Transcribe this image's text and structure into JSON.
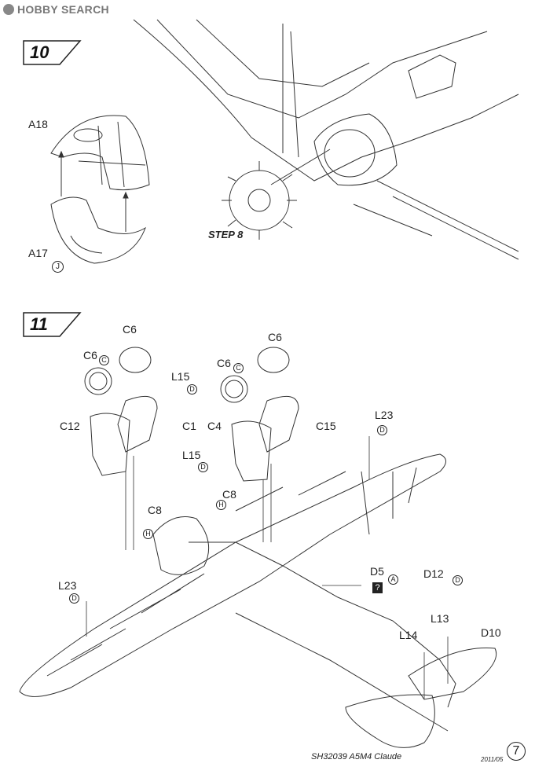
{
  "watermark": {
    "text": "HOBBY SEARCH"
  },
  "step10": {
    "badge": "10",
    "labels": {
      "a18": "A18",
      "a17": "A17",
      "step8": "STEP 8"
    },
    "markers": {
      "glue_j": "J"
    }
  },
  "step11": {
    "badge": "11",
    "labels": {
      "c6_top_left": "C6",
      "c6_left": "C6",
      "c6_top_right": "C6",
      "c6_right": "C6",
      "l15_upper": "L15",
      "l15_lower": "L15",
      "c12": "C12",
      "c1": "C1",
      "c4": "C4",
      "c15": "C15",
      "l23_right": "L23",
      "l23_left": "L23",
      "c8_upper": "C8",
      "c8_left": "C8",
      "d5": "D5",
      "d12": "D12",
      "l13": "L13",
      "l14": "L14",
      "d10": "D10"
    },
    "markers": {
      "c": "C",
      "d": "D",
      "h": "H",
      "a": "A",
      "question": "?"
    }
  },
  "footer": {
    "model": "SH32039  A5M4 Claude",
    "date": "2011/05",
    "page": "7"
  }
}
